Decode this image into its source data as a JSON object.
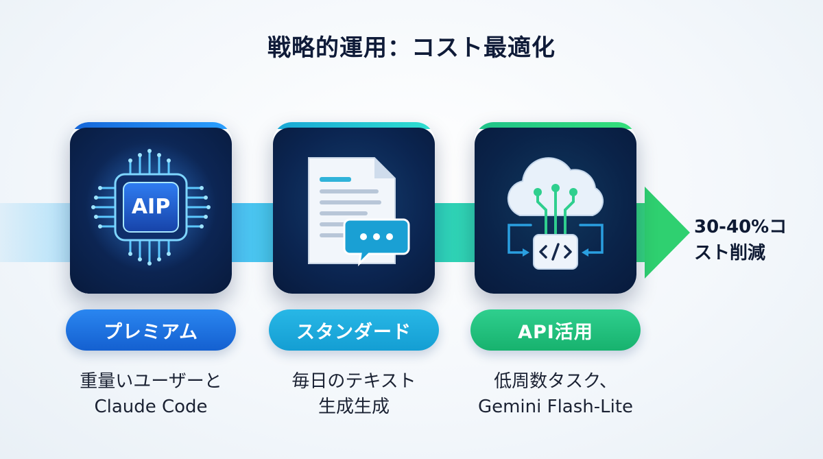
{
  "title": "戦略的運用：コスト最適化",
  "result": {
    "line1": "30-40%コ",
    "line2": "スト削減"
  },
  "tiers": [
    {
      "label": "プレミアム",
      "desc_line1": "重量いユーザーと",
      "desc_line2": "Claude Code",
      "icon": "ai-chip-icon",
      "chip_text": "AIP",
      "color": "#1a73e8"
    },
    {
      "label": "スタンダード",
      "desc_line1": "毎日のテキスト",
      "desc_line2": "生成生成",
      "icon": "document-chat-icon",
      "color": "#1ea9dc"
    },
    {
      "label": "API活用",
      "desc_line1": "低周数タスク、",
      "desc_line2": "Gemini Flash-Lite",
      "icon": "cloud-code-icon",
      "color": "#22c07a"
    }
  ]
}
